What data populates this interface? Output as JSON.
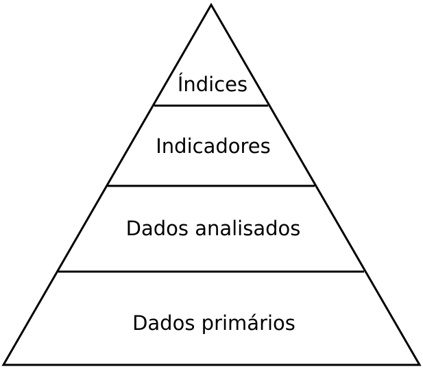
{
  "diagram": {
    "type": "pyramid",
    "levels": [
      {
        "label": "Índices"
      },
      {
        "label": "Indicadores"
      },
      {
        "label": "Dados analisados"
      },
      {
        "label": "Dados primários"
      }
    ],
    "colors": {
      "stroke": "#000000",
      "fill": "#ffffff",
      "text": "#000000"
    }
  }
}
